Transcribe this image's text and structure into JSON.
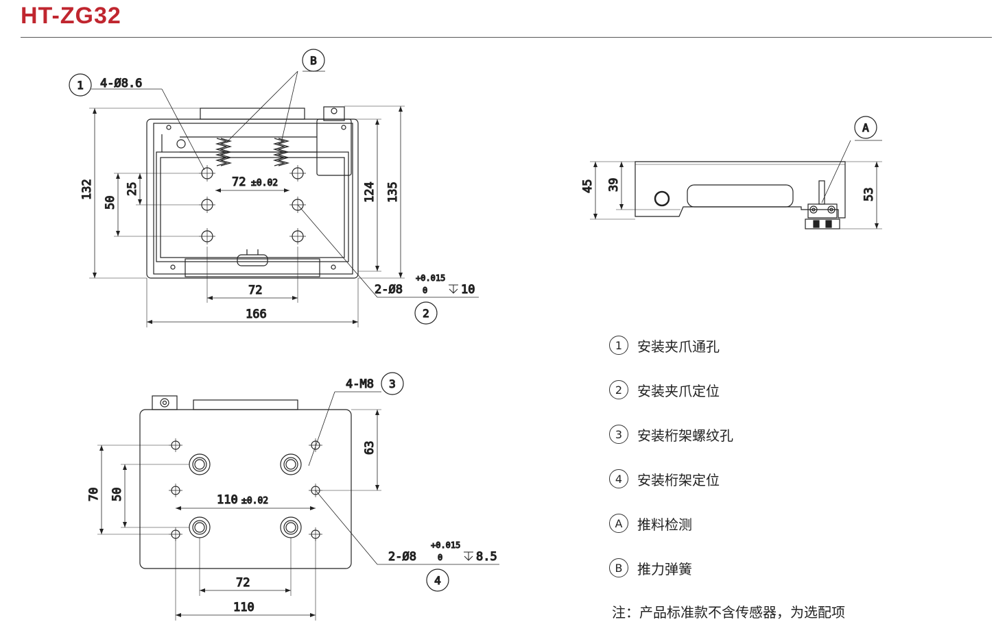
{
  "header": {
    "title": "HT-ZG32"
  },
  "callouts": {
    "c1": "1",
    "c2": "2",
    "c3": "3",
    "c4": "4",
    "cA": "A",
    "cB": "B"
  },
  "top_view": {
    "hole_spec": "4-Ø8.6",
    "dim_pitch": "72",
    "dim_pitch_tol": "±0.02",
    "dim_72": "72",
    "dim_166": "166",
    "dim_132": "132",
    "dim_50": "50",
    "dim_25": "25",
    "dim_124": "124",
    "dim_135": "135",
    "pin_spec": "2-Ø8",
    "pin_tol_upper": "+0.015",
    "pin_tol_lower": "0",
    "pin_depth": "10"
  },
  "side_view": {
    "dim_45": "45",
    "dim_39": "39",
    "dim_53": "53"
  },
  "bottom_view": {
    "thread_spec": "4-M8",
    "dim_63": "63",
    "dim_70": "70",
    "dim_50": "50",
    "dim_110_tol_val": "110",
    "dim_110_tol": "±0.02",
    "dim_72": "72",
    "dim_110": "110",
    "pin_spec": "2-Ø8",
    "pin_tol_upper": "+0.015",
    "pin_tol_lower": "0",
    "pin_depth": "8.5"
  },
  "legend": {
    "items": [
      {
        "mark": "1",
        "text": "安装夹爪通孔"
      },
      {
        "mark": "2",
        "text": "安装夹爪定位"
      },
      {
        "mark": "3",
        "text": "安装桁架螺纹孔"
      },
      {
        "mark": "4",
        "text": "安装桁架定位"
      },
      {
        "mark": "A",
        "text": "推料检测"
      },
      {
        "mark": "B",
        "text": "推力弹簧"
      }
    ],
    "note": "注：产品标准款不含传感器，为选配项"
  }
}
